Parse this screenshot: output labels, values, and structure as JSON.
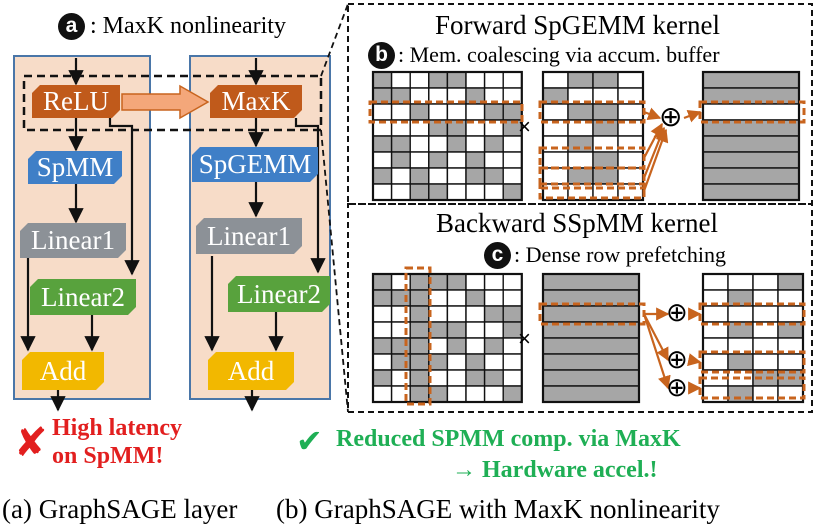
{
  "title_a": {
    "badge": "a",
    "text": ": MaxK nonlinearity"
  },
  "title_b": {
    "badge": "b",
    "text": ": Mem. coalescing via accum. buffer"
  },
  "title_c": {
    "badge": "c",
    "text": ": Dense row prefetching"
  },
  "forward_kernel": "Forward SpGEMM kernel",
  "backward_kernel": "Backward SSpMM kernel",
  "left_column": {
    "relu": "ReLU",
    "spmm": "SpMM",
    "linear1": "Linear1",
    "linear2": "Linear2",
    "add": "Add"
  },
  "right_column": {
    "maxk": "MaxK",
    "spgemm": "SpGEMM",
    "linear1": "Linear1",
    "linear2": "Linear2",
    "add": "Add"
  },
  "operators": {
    "times": "×",
    "plus": "⊕"
  },
  "bad_note": {
    "icon": "✘",
    "line1": "High latency",
    "line2": "on SpMM!"
  },
  "good_note": {
    "icon": "✔",
    "line1": "Reduced SPMM comp. via MaxK",
    "line2": "→ Hardware accel.!"
  },
  "captions": {
    "a": "(a) GraphSAGE layer",
    "b": "(b) GraphSAGE with MaxK nonlinearity"
  },
  "colors": {
    "relu": "#c05a1b",
    "spmm": "#3f7fc7",
    "linear1": "#8c9197",
    "linear2": "#58a23d",
    "add": "#f2b800",
    "panel": "#f7dcc8",
    "panel_border": "#4a76a8",
    "highlight": "#c8641e",
    "bad": "#e21f1f",
    "good": "#1faf55"
  }
}
